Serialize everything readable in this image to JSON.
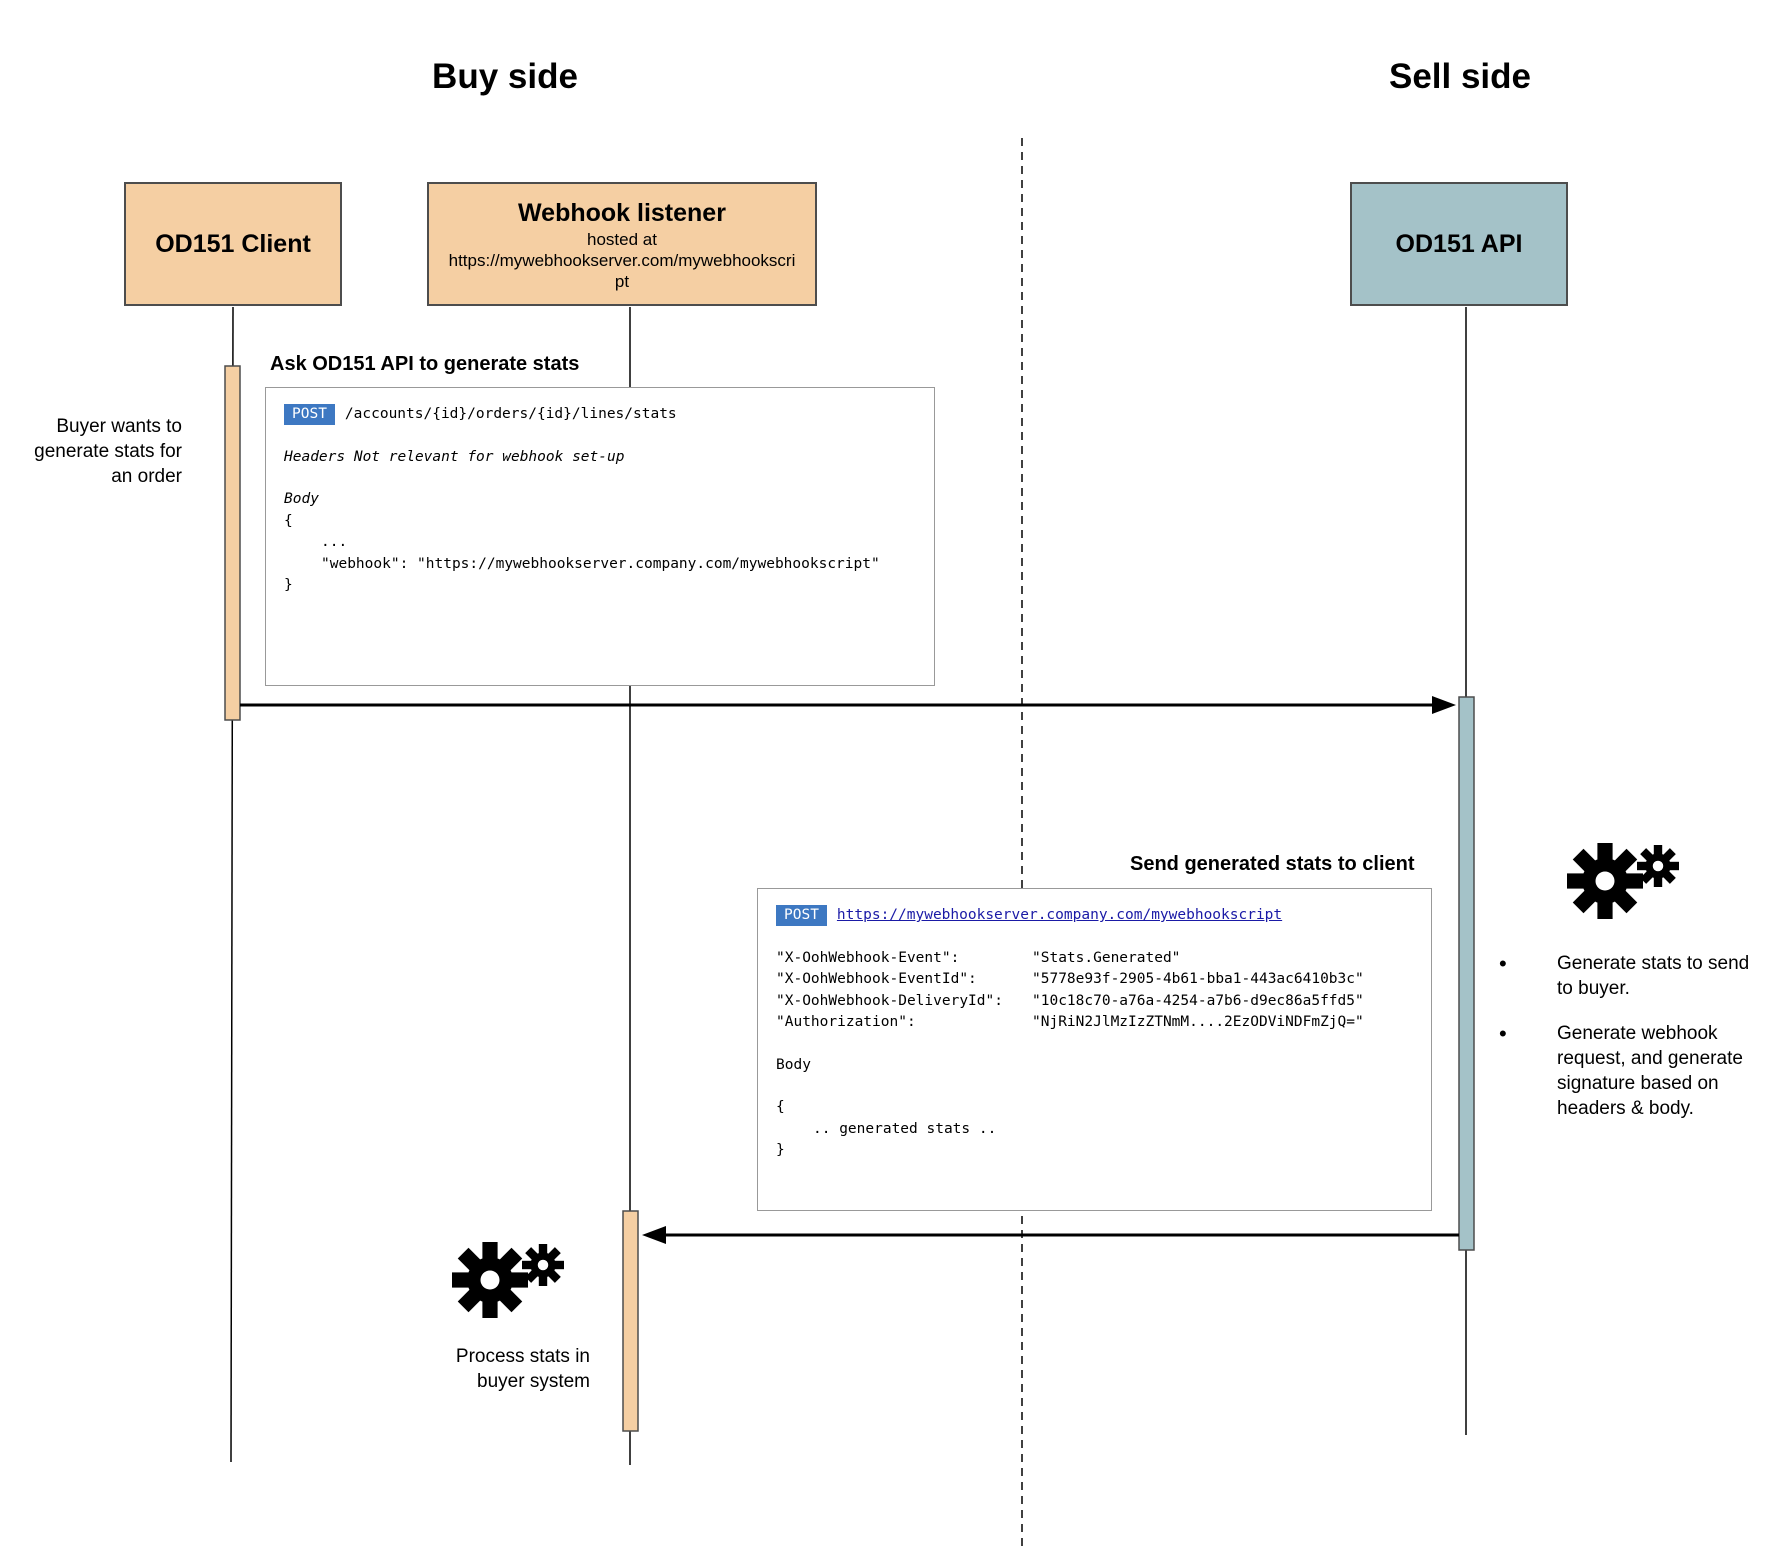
{
  "sides": {
    "buy": "Buy side",
    "sell": "Sell side"
  },
  "actors": {
    "client": {
      "name": "OD151 Client"
    },
    "listener": {
      "name": "Webhook listener",
      "hosted_prefix": "hosted at",
      "hosted_url": "https://mywebhookserver.com/mywebhookscript"
    },
    "api": {
      "name": "OD151 API"
    }
  },
  "notes": {
    "buyer_wants": "Buyer wants to generate stats for an order",
    "process_stats": "Process stats in buyer system"
  },
  "request": {
    "title": "Ask OD151 API to generate stats",
    "method": "POST",
    "path": "/accounts/{id}/orders/{id}/lines/stats",
    "headers_line": "Headers Not relevant for webhook set-up",
    "body_label": "Body",
    "open_brace": "{",
    "ellipsis": "...",
    "webhook_line": "\"webhook\": \"https://mywebhookserver.company.com/mywebhookscript\"",
    "close_brace": "}"
  },
  "webhook_call": {
    "title": "Send generated stats to client",
    "method": "POST",
    "url": "https://mywebhookserver.company.com/mywebhookscript",
    "headers": [
      {
        "key": "\"X-OohWebhook-Event\":",
        "value": "\"Stats.Generated\""
      },
      {
        "key": "\"X-OohWebhook-EventId\":",
        "value": "\"5778e93f-2905-4b61-bba1-443ac6410b3c\""
      },
      {
        "key": "\"X-OohWebhook-DeliveryId\":",
        "value": "\"10c18c70-a76a-4254-a7b6-d9ec86a5ffd5\""
      },
      {
        "key": "\"Authorization\":",
        "value": "\"NjRiN2JlMzIzZTNmM....2EzODViNDFmZjQ=\""
      }
    ],
    "body_label": "Body",
    "open_brace": "{",
    "body_content": ".. generated stats ..",
    "close_brace": "}"
  },
  "api_steps": [
    "Generate stats to send to buyer.",
    "Generate webhook request, and generate signature based on headers & body."
  ],
  "colors": {
    "buy_fill": "#f5cfa3",
    "sell_fill": "#a4c2c8",
    "badge": "#3d78c2"
  },
  "icons": [
    "gears-icon"
  ]
}
